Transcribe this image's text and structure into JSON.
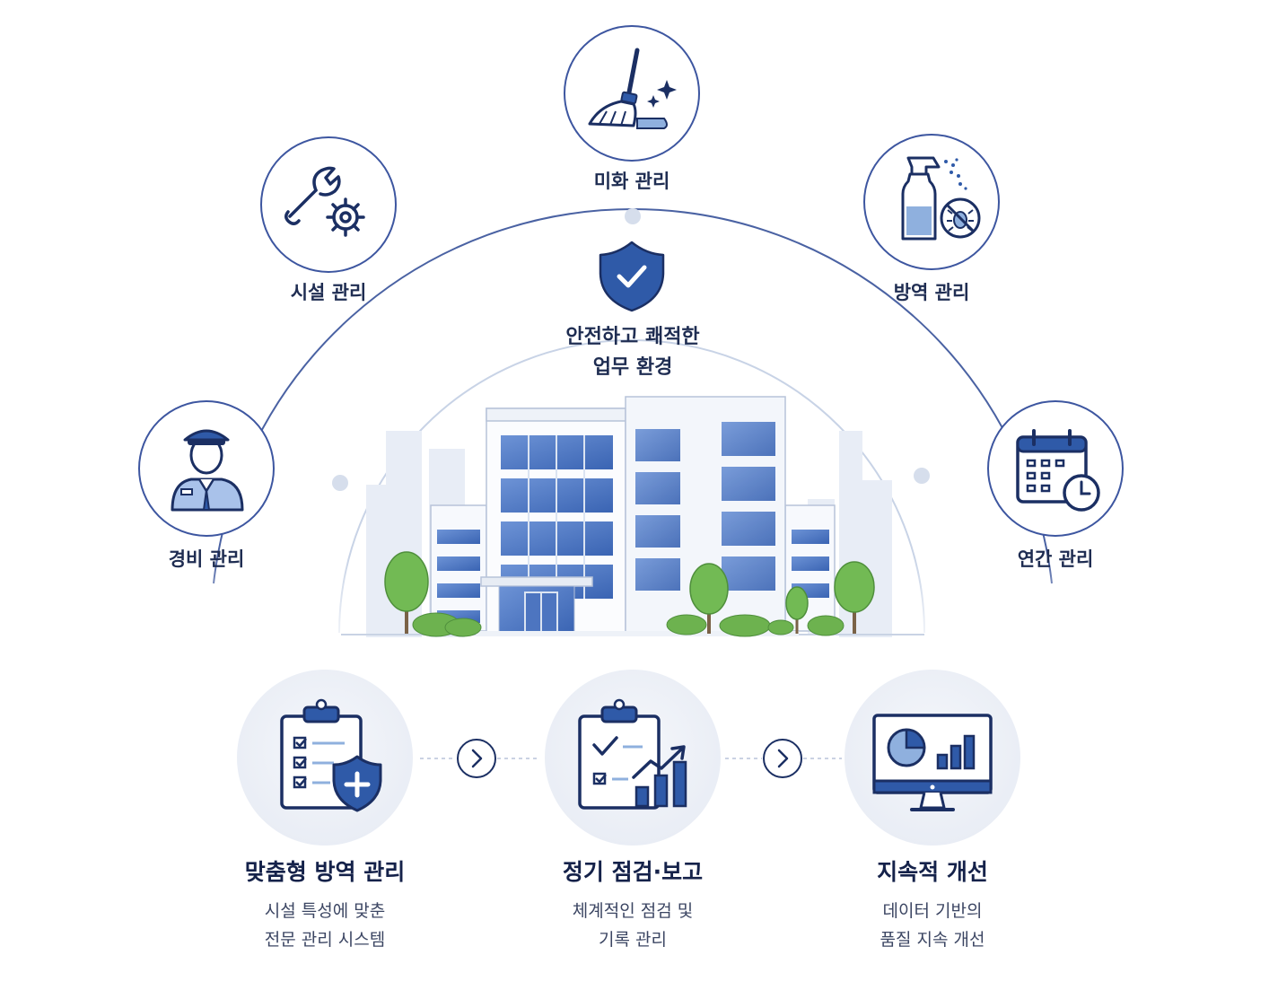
{
  "services": [
    {
      "id": "security",
      "label": "경비 관리",
      "icon": "security-guard-icon"
    },
    {
      "id": "facility",
      "label": "시설 관리",
      "icon": "wrench-gear-icon"
    },
    {
      "id": "cleaning",
      "label": "미화 관리",
      "icon": "broom-icon"
    },
    {
      "id": "disinfection",
      "label": "방역 관리",
      "icon": "spray-bottle-no-bug-icon"
    },
    {
      "id": "annual",
      "label": "연간 관리",
      "icon": "calendar-clock-icon"
    }
  ],
  "center": {
    "icon": "shield-check-icon",
    "title_line1": "안전하고 쾌적한",
    "title_line2": "업무 환경",
    "illustration": "office-building-illustration"
  },
  "steps": [
    {
      "title": "맞춤형 방역 관리",
      "desc_line1": "시설 특성에 맞춘",
      "desc_line2": "전문 관리 시스템",
      "icon": "clipboard-shield-icon"
    },
    {
      "title": "정기 점검·보고",
      "desc_line1": "체계적인 점검 및",
      "desc_line2": "기록 관리",
      "icon": "clipboard-chart-icon"
    },
    {
      "title": "지속적 개선",
      "desc_line1": "데이터 기반의",
      "desc_line2": "품질 지속 개선",
      "icon": "monitor-chart-icon"
    }
  ],
  "flow_arrow_icon": "chevron-right-icon",
  "colors": {
    "navy": "#1b2f63",
    "blue": "#2f5aa8",
    "light_blue": "#8fb0de",
    "ring": "#4a62a3",
    "circle_bg": "#eef1f7"
  }
}
